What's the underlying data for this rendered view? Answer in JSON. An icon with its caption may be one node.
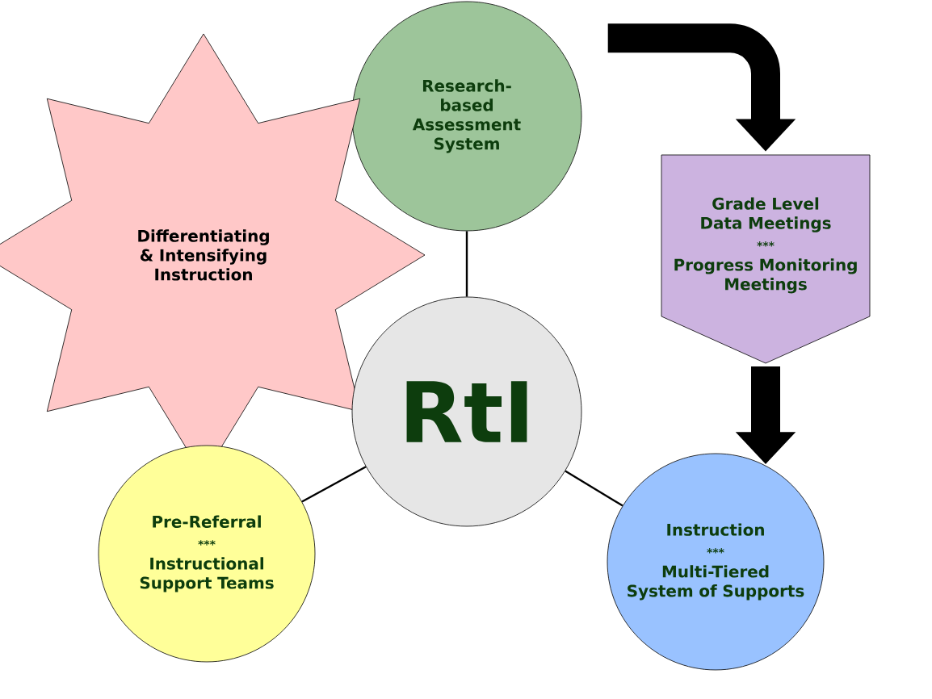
{
  "diagram": {
    "nodes": [
      {
        "text": [
          "Research-based Assessment System"
        ]
      },
      {
        "text": [
          "Differentiating & Intensifying Instruction"
        ]
      },
      {
        "text": [
          "Grade Level Data Meetings",
          "***",
          "Progress Monitoring Meetings"
        ]
      },
      {
        "text": [
          "RtI"
        ]
      },
      {
        "text": [
          "Pre-Referral",
          "***",
          "Instructional Support Teams"
        ]
      },
      {
        "text": [
          "Instruction",
          "***",
          "Multi-Tiered System of Supports"
        ]
      }
    ],
    "edges": [
      {
        "from": 3,
        "to": 0,
        "arrow": "none"
      },
      {
        "from": 3,
        "to": 4,
        "arrow": "none"
      },
      {
        "from": 3,
        "to": 5,
        "arrow": "none"
      },
      {
        "from": 0,
        "to": 2,
        "arrow": "to",
        "style": "thick",
        "color": "#000000"
      },
      {
        "from": 2,
        "to": 5,
        "arrow": "to",
        "style": "thick",
        "color": "#000000"
      }
    ]
  }
}
